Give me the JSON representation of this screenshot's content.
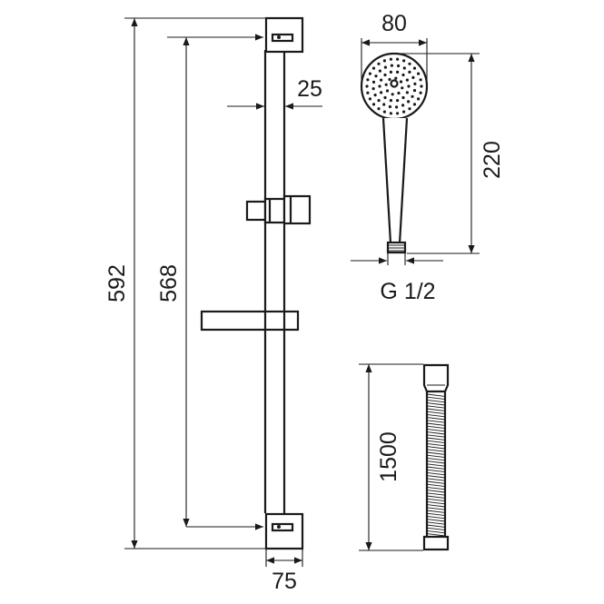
{
  "dimensions": {
    "total_height": "592",
    "mount_spacing": "568",
    "rail_diameter": "25",
    "bracket_width": "75",
    "head_diameter": "80",
    "handshower_length": "220",
    "thread": "G 1/2",
    "hose_length": "1500"
  },
  "colors": {
    "line": "#1a1a1a",
    "background": "#ffffff"
  }
}
